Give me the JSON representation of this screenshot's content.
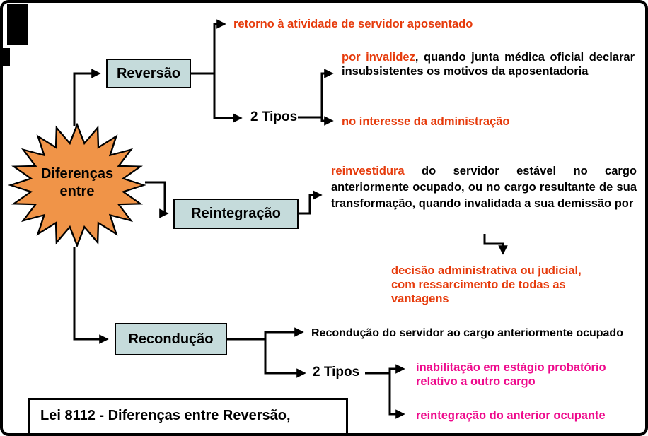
{
  "hub": {
    "label": "Diferenças\nentre"
  },
  "reversao": {
    "label": "Reversão",
    "result": "retorno à atividade de servidor aposentado",
    "tipos_label": "2 Tipos",
    "tipo1_lead": "por invalidez",
    "tipo1_rest": ", quando junta médica oficial declarar insubsistentes os motivos da aposentadoria",
    "tipo2": "no interesse da administração"
  },
  "reintegracao": {
    "label": "Reintegração",
    "lead": "reinvestidura",
    "rest": " do servidor estável no cargo anteriormente ocupado, ou no cargo resultante de sua transformação, quando invalidada a sua demissão por",
    "detail": "decisão administrativa ou judicial,\ncom ressarcimento de todas as\nvantagens"
  },
  "reconducao": {
    "label": "Recondução",
    "result": "Recondução do servidor ao cargo anteriormente ocupado",
    "tipos_label": "2 Tipos",
    "tipo1": "inabilitação em estágio probatório\nrelativo a outro cargo",
    "tipo2": "reintegração do anterior ocupante"
  },
  "caption": {
    "text": "Lei 8112 -  Diferenças entre Reversão,"
  },
  "colors": {
    "red_text": "#e63b0c",
    "magenta_text": "#ee0a8c",
    "hub_fill": "#f09448",
    "node_fill": "#c5dbdb",
    "line": "#000000"
  }
}
